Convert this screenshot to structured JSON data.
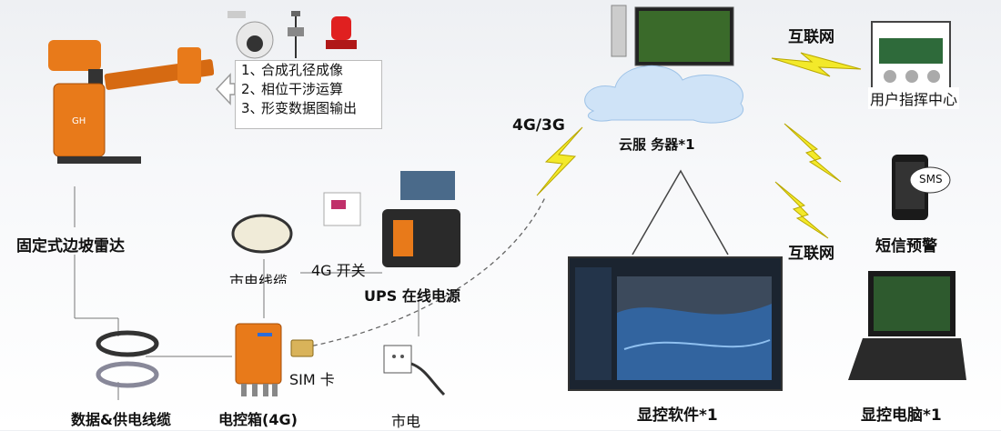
{
  "radar": {
    "label": "固定式边坡雷达",
    "steps": [
      {
        "num": "1、",
        "text": "合成孔径成像"
      },
      {
        "num": "2、",
        "text": "相位干涉运算"
      },
      {
        "num": "3、",
        "text": "形变数据图输出"
      }
    ]
  },
  "field": {
    "cable_label": "数据&供电线缆",
    "control_box_label": "电控箱(4G)",
    "sim_label": "SIM 卡",
    "mains_cable_label": "市电线缆",
    "switch_label": "4G 开关",
    "ups_label": "UPS 在线电源",
    "mains_label": "市电"
  },
  "network": {
    "link_4g": "4G/3G",
    "cloud_server_label": "云服 务器*1",
    "internet_top": "互联网",
    "internet_bottom": "互联网"
  },
  "endpoints": {
    "command_center_label": "用户指挥中心",
    "sms_label": "短信预警",
    "sms_bubble": "SMS",
    "display_software_label": "显控软件*1",
    "display_pc_label": "显控电脑*1"
  },
  "colors": {
    "radar_orange": "#e87a1a",
    "lightning": "#f3e92a",
    "cloud": "#cfe3f7"
  }
}
